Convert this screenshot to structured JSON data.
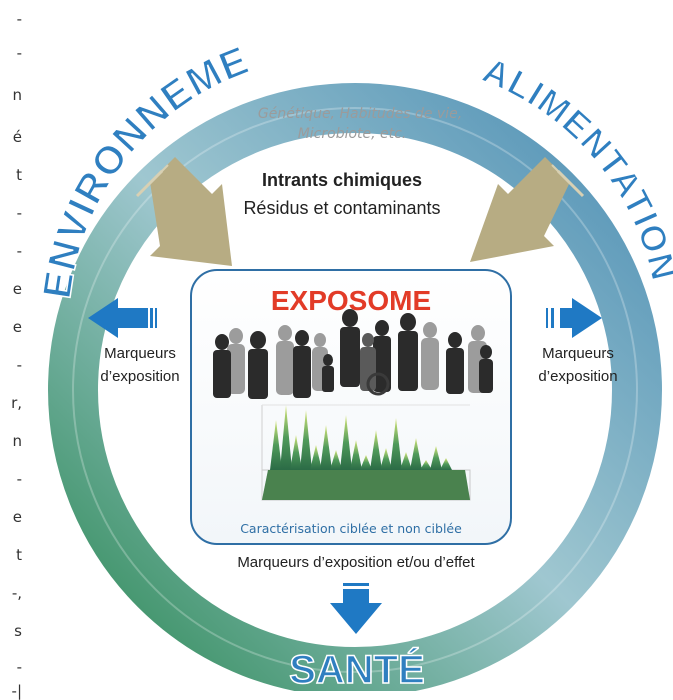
{
  "ring": {
    "left_label": "ENVIRONNEMENT",
    "right_label": "ALIMENTATION",
    "bottom_label": "SANTÉ"
  },
  "top_factors": "Génétique, Habitudes de vie, Microbiote, etc.",
  "inputs": {
    "title": "Intrants chimiques",
    "subtitle": "Résidus et contaminants"
  },
  "center": {
    "title": "EXPOSOME",
    "caption": "Caractérisation ciblée et non ciblée"
  },
  "left_marker": "Marqueurs d’exposition",
  "right_marker": "Marqueurs d’exposition",
  "bottom_marker": "Marqueurs d’exposition et/ou d’effet",
  "edge_text": [
    "-",
    "-",
    "n",
    "é",
    "t",
    "-",
    "-",
    "e",
    "e",
    "-",
    "r,",
    "n",
    "-",
    "e",
    "t",
    "-,",
    "s",
    "-",
    "-|"
  ],
  "colors": {
    "ring_green": "#2f8a5c",
    "ring_blue": "#4f93b8",
    "arrow_tan": "#b7ac83",
    "arrow_blue": "#1f79c4",
    "exposome_red": "#e23b27",
    "caption_blue": "#2f6fa5"
  }
}
